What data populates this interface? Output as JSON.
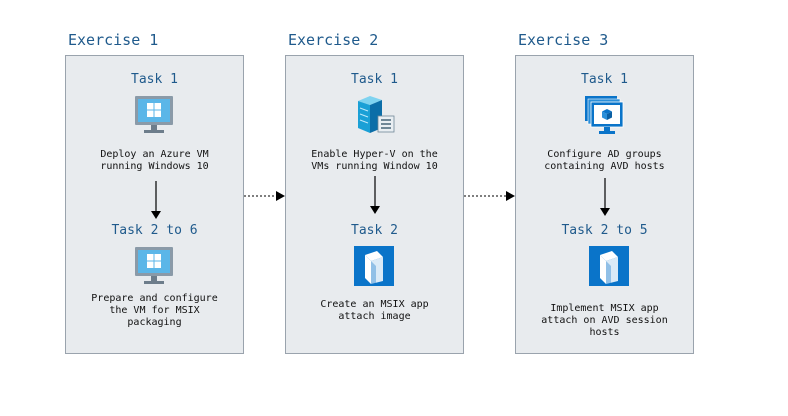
{
  "exercises": [
    {
      "title": "Exercise 1",
      "tasks": [
        {
          "title": "Task 1",
          "icon": "windows-vm-icon",
          "desc": "Deploy an Azure VM\nrunning Windows 10"
        },
        {
          "title": "Task 2 to 6",
          "icon": "windows-vm-icon",
          "desc": "Prepare and configure\nthe VM for MSIX\npackaging"
        }
      ]
    },
    {
      "title": "Exercise 2",
      "tasks": [
        {
          "title": "Task 1",
          "icon": "server-icon",
          "desc": "Enable Hyper-V on the\nVMs running Window 10"
        },
        {
          "title": "Task 2",
          "icon": "msix-package-icon",
          "desc": "Create an MSIX app\nattach image"
        }
      ]
    },
    {
      "title": "Exercise 3",
      "tasks": [
        {
          "title": "Task 1",
          "icon": "host-pool-icon",
          "desc": "Configure AD groups\ncontaining AVD hosts"
        },
        {
          "title": "Task 2 to 5",
          "icon": "msix-package-icon",
          "desc": "Implement MSIX app\nattach on AVD session\nhosts"
        }
      ]
    }
  ],
  "colors": {
    "title": "#1f5a8c",
    "panel_bg": "#e8ebee",
    "panel_border": "#9aa3ad",
    "azure_blue": "#0a74c9"
  }
}
